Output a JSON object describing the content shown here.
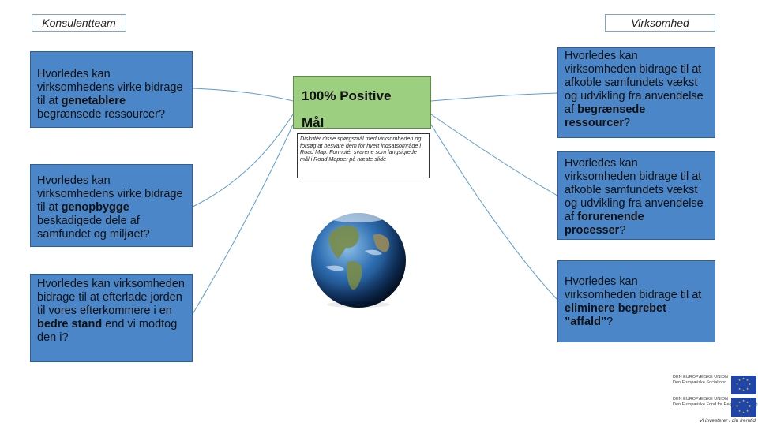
{
  "headers": {
    "left": "Konsulentteam",
    "right": "Virksomhed"
  },
  "left_questions": [
    {
      "pre": "Hvorledes kan virksomhedens virke bidrage til at ",
      "bold": "genetablere",
      "post": " begrænsede ressourcer?"
    },
    {
      "pre": "Hvorledes kan virksomhedens virke bidrage til at ",
      "bold": "genopbygge",
      "post": " beskadigede dele af samfundet og miljøet?"
    },
    {
      "pre": "Hvorledes kan virksomheden bidrage til at efterlade jorden til vores efterkommere i en ",
      "bold": "bedre stand",
      "post": " end vi modtog den i?"
    }
  ],
  "right_questions": [
    {
      "pre": "Hvorledes kan virksomheden bidrage til at afkoble samfundets vækst og udvikling fra anvendelse af ",
      "bold": "begrænsede ressourcer",
      "post": "?"
    },
    {
      "pre": "Hvorledes kan virksomheden bidrage til at afkoble samfundets vækst og udvikling fra anvendelse af ",
      "bold": "forurenende processer",
      "post": "?"
    },
    {
      "pre": "Hvorledes kan virksomheden bidrage til at ",
      "bold": "eliminere begrebet ”affald”",
      "post": "?"
    }
  ],
  "goal": {
    "line1": "100% Positive",
    "line2": "Mål"
  },
  "note": "Diskutér disse spørgsmål med virksomheden og forsøg at besvare dem for hvert indsatsområde i Road Map. Formulér svarene som langsigtede mål i Road Mappet på næste slide",
  "eu": {
    "line1a": "DEN EUROPÆISKE UNION",
    "line1b": "Den Europæiske Socialfond",
    "line2a": "DEN EUROPÆISKE UNION",
    "line2b": "Den Europæiske Fond for Regionaludvikling",
    "footer": "Vi investerer i din fremtid"
  },
  "colors": {
    "question_fill": "#4a86c8",
    "goal_fill": "#9ccf80",
    "connector": "#5b9bd5"
  }
}
